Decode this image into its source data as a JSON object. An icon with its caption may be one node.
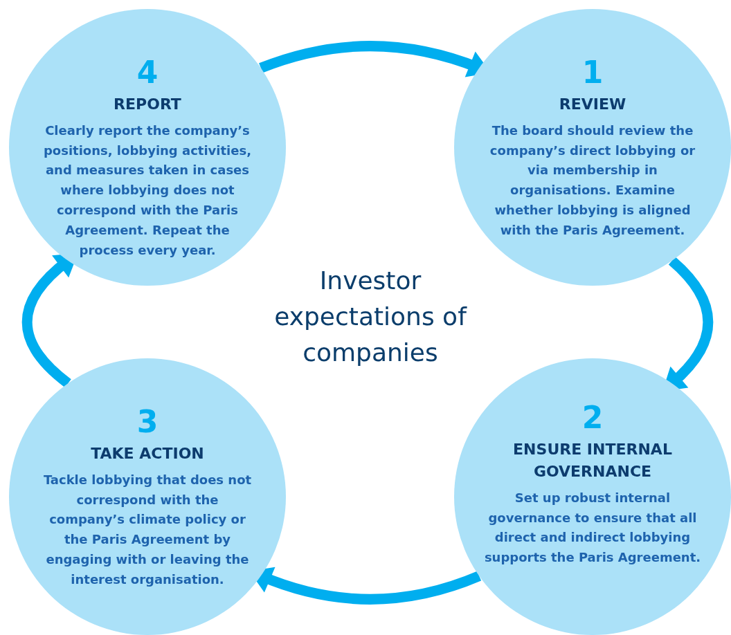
{
  "diagram": {
    "title": "Investor expectations of companies",
    "nodes": [
      {
        "text": [
          "4",
          "REPORT",
          "Clearly report the company’s positions, lobbying activities, and measures taken in cases where lobbying does not correspond with the Paris Agreement. Repeat the process every year."
        ]
      },
      {
        "text": [
          "1",
          "REVIEW",
          "The board should review the company’s direct lobbying or via membership in organisations. Examine whether lobbying is aligned with the Paris Agreement."
        ]
      },
      {
        "text": [
          "3",
          "TAKE ACTION",
          "Tackle lobbying that does not correspond with the company’s climate policy or the Paris Agreement by engaging with or leaving the interest organisation."
        ]
      },
      {
        "text": [
          "2",
          "ENSURE INTERNAL GOVERNANCE",
          "Set up robust internal governance to ensure that all direct and indirect lobbying supports the Paris Agreement."
        ]
      }
    ],
    "edges": [
      {
        "from": 0,
        "to": 1,
        "arrow": "to"
      },
      {
        "from": 1,
        "to": 3,
        "arrow": "to"
      },
      {
        "from": 3,
        "to": 2,
        "arrow": "to"
      },
      {
        "from": 2,
        "to": 0,
        "arrow": "to"
      }
    ]
  }
}
